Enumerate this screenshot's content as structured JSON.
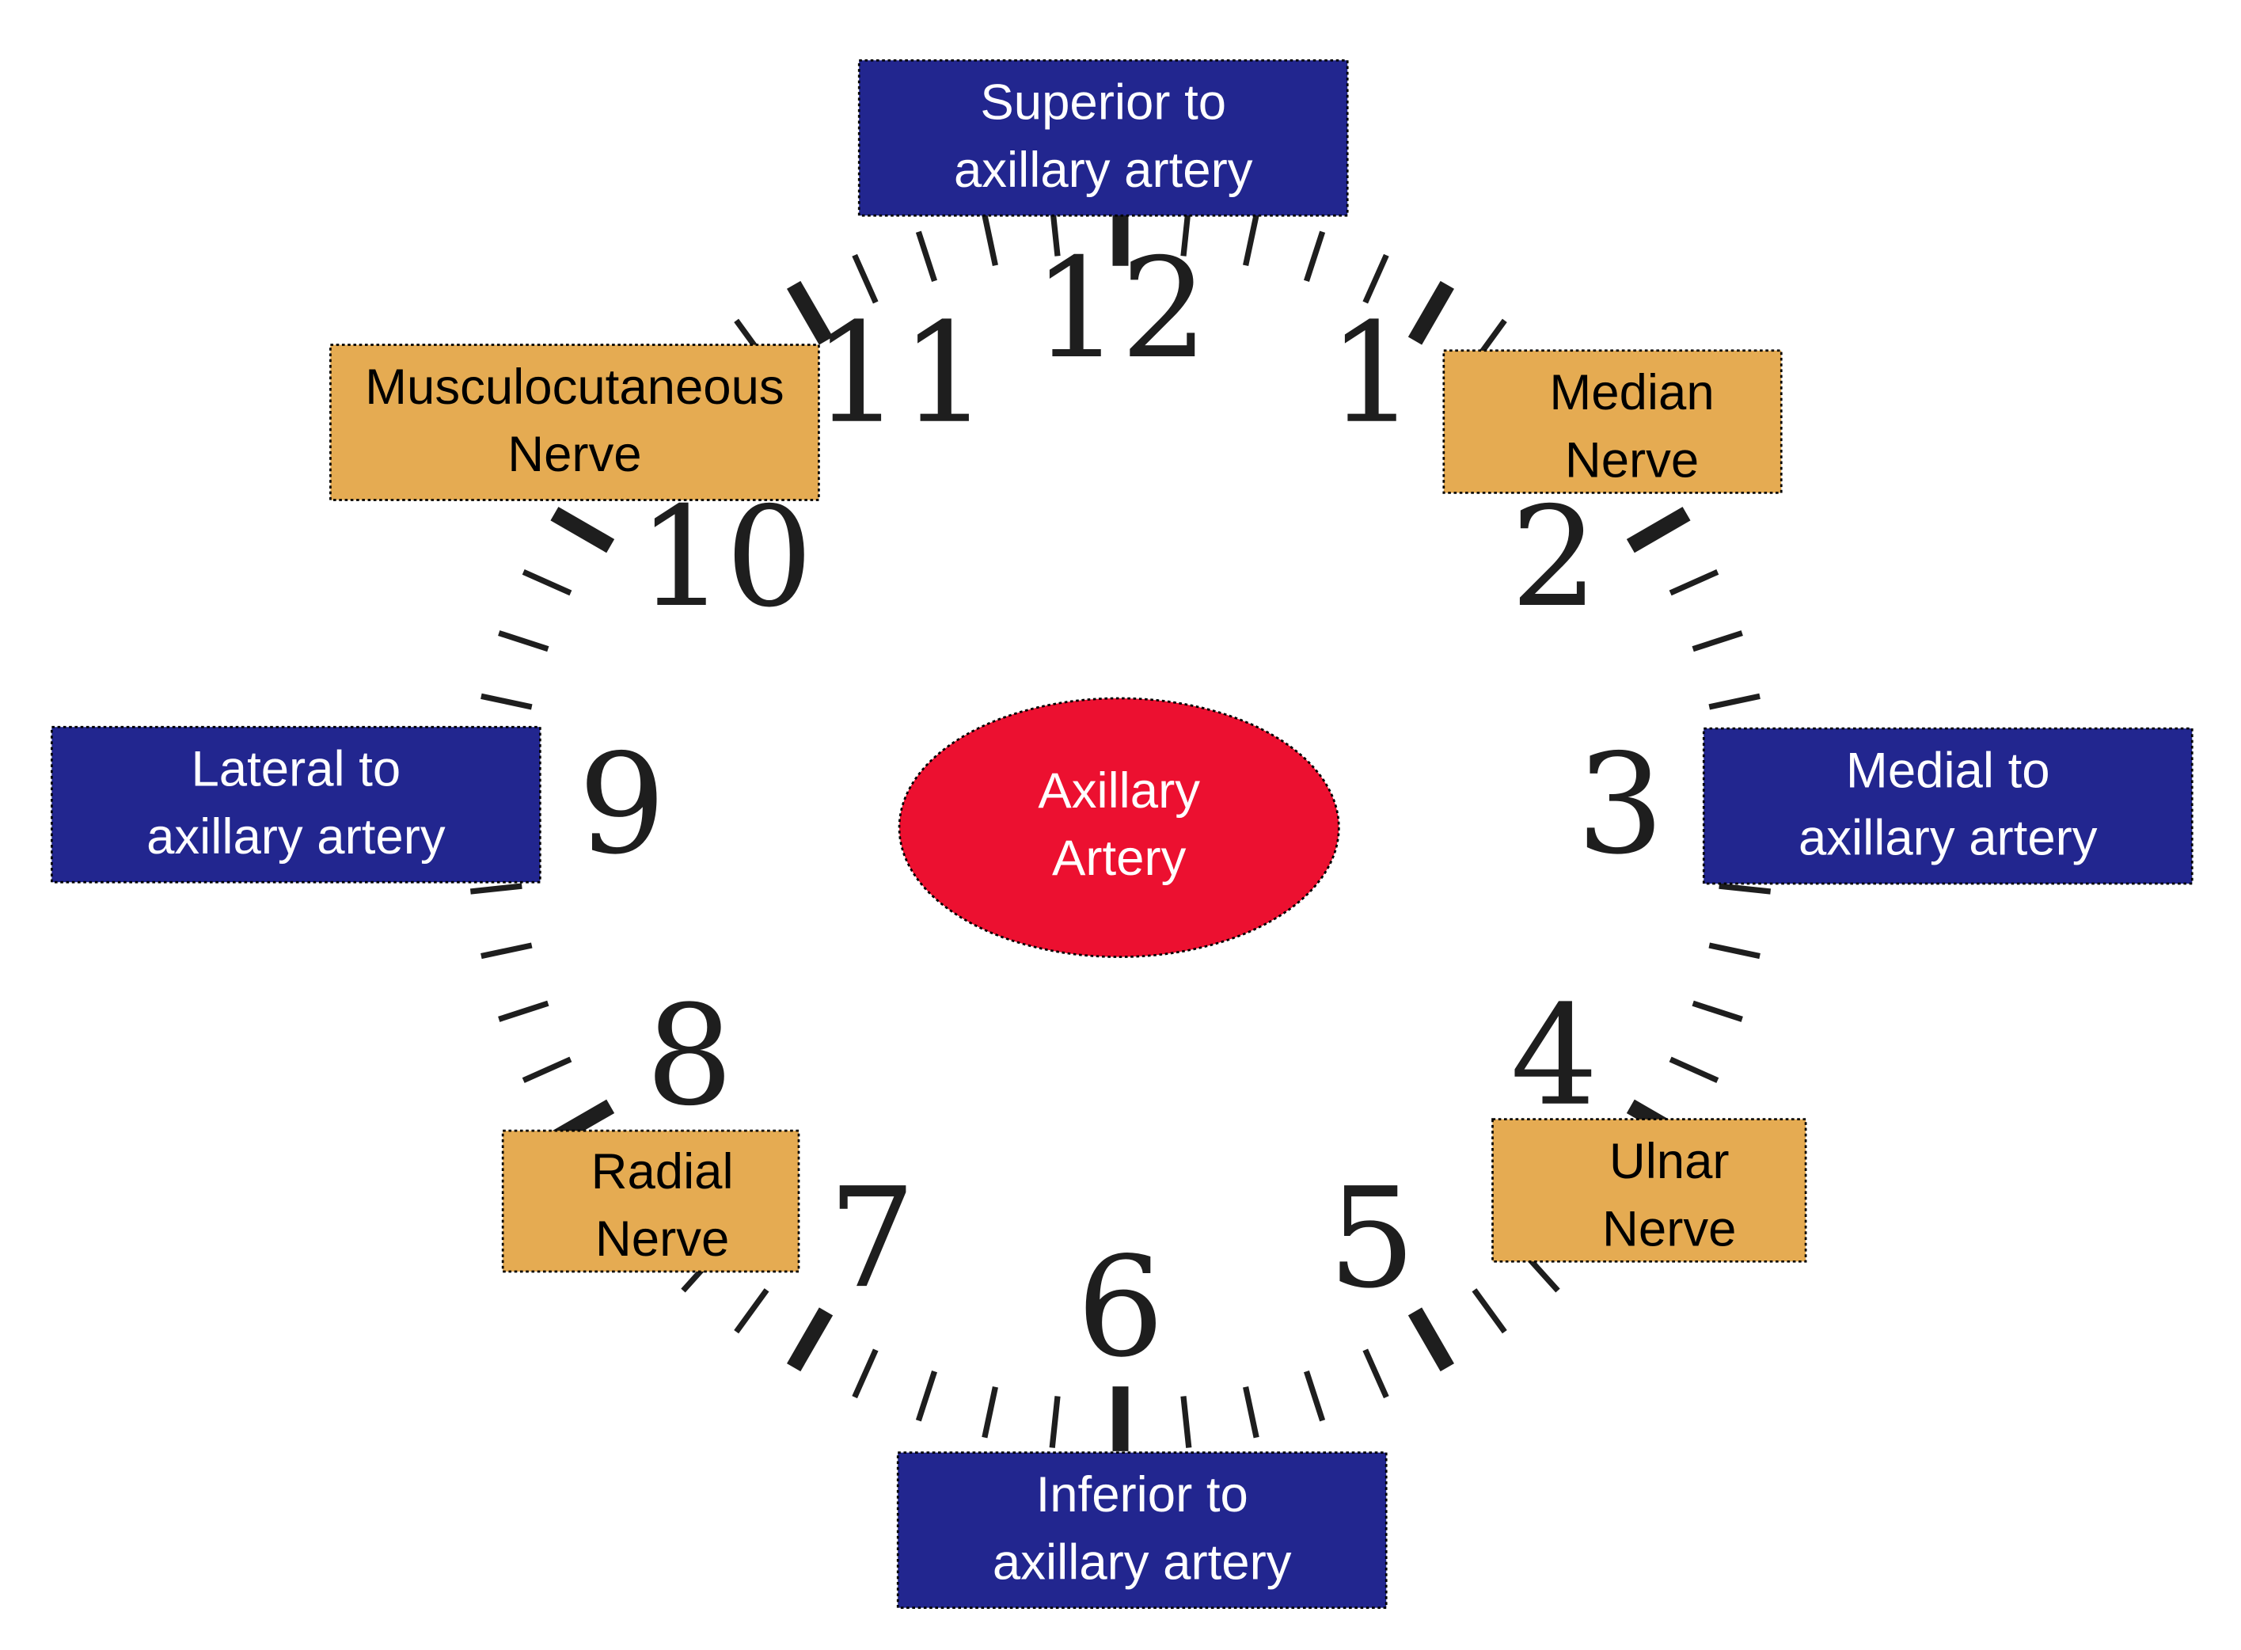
{
  "colors": {
    "position_box": "#22268f",
    "nerve_box": "#e5ab52",
    "artery": "#ec1030",
    "ticks": "#1e1e1e"
  },
  "clock_numbers": [
    "12",
    "1",
    "2",
    "3",
    "4",
    "5",
    "6",
    "7",
    "8",
    "9",
    "10",
    "11"
  ],
  "artery": {
    "line1": "Axillary",
    "line2": "Artery"
  },
  "positions": {
    "superior": {
      "line1": "Superior to",
      "line2": "axillary artery"
    },
    "inferior": {
      "line1": "Inferior to",
      "line2": "axillary artery"
    },
    "lateral": {
      "line1": "Lateral to",
      "line2": "axillary artery"
    },
    "medial": {
      "line1": "Medial to",
      "line2": "axillary artery"
    }
  },
  "nerves": {
    "musculocutaneous": {
      "line1": "Musculocutaneous",
      "line2": "Nerve"
    },
    "median": {
      "line1": "Median",
      "line2": "Nerve"
    },
    "radial": {
      "line1": "Radial",
      "line2": "Nerve"
    },
    "ulnar": {
      "line1": "Ulnar",
      "line2": "Nerve"
    }
  }
}
